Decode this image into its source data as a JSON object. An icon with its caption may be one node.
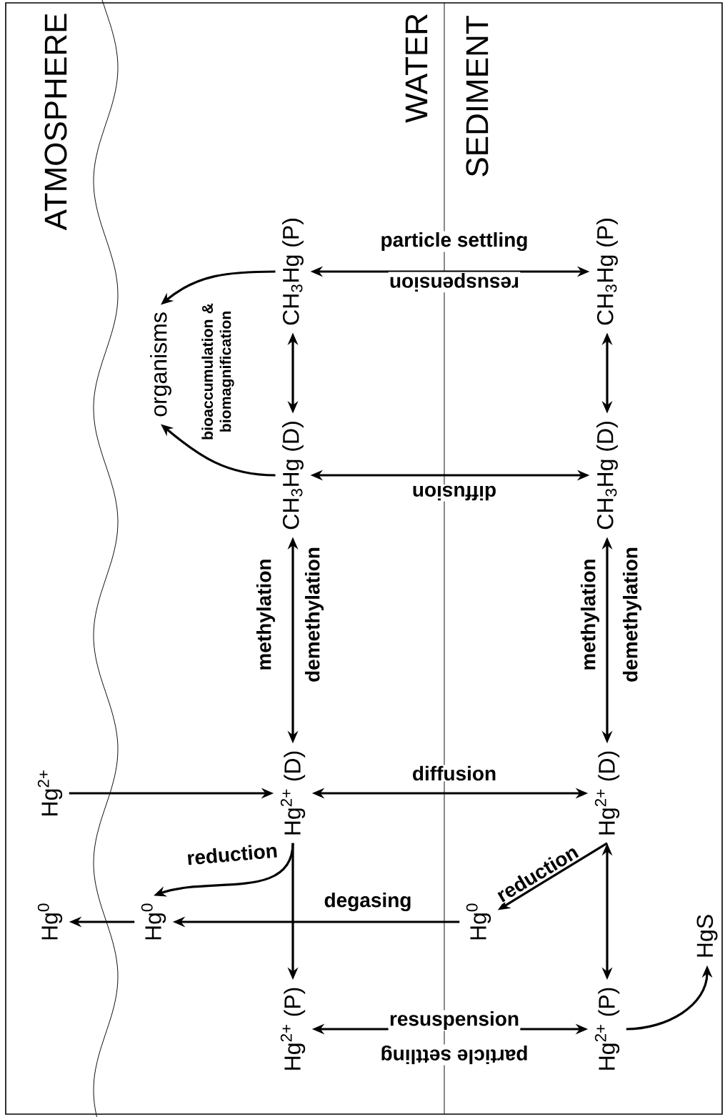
{
  "diagram": {
    "nodes": [
      {
        "text": [
          "Hg$^{2+}$"
        ]
      },
      {
        "text": [
          "Hg$^{0}$"
        ]
      },
      {
        "text": [
          "Hg$^{0}$"
        ]
      },
      {
        "text": [
          "Hg$^{2+}$ (D)"
        ]
      },
      {
        "text": [
          "Hg$^{2+}$ (P)"
        ]
      },
      {
        "text": [
          "CH$_{3}$Hg (D)"
        ]
      },
      {
        "text": [
          "CH$_{3}$Hg (P)"
        ]
      },
      {
        "text": [
          "organisms"
        ],
        "beside": [
          "bioaccumulation & biomagnification"
        ]
      },
      {
        "text": [
          "Hg$^{2+}$ (D)"
        ]
      },
      {
        "text": [
          "Hg$^{2+}$ (P)"
        ]
      },
      {
        "text": [
          "Hg$^{0}$"
        ]
      },
      {
        "text": [
          "CH$_{3}$Hg (D)"
        ]
      },
      {
        "text": [
          "CH$_{3}$Hg (P)"
        ]
      },
      {
        "text": [
          "HgS"
        ]
      }
    ],
    "edges": [
      {
        "from": 0,
        "to": 3,
        "arrow": "to"
      },
      {
        "from": 2,
        "to": 1,
        "arrow": "to"
      },
      {
        "from": 3,
        "to": 2,
        "arrow": "to",
        "label": "reduction"
      },
      {
        "from": 3,
        "to": 4,
        "arrow": "to"
      },
      {
        "from": 3,
        "to": 8,
        "arrow": "both",
        "label": "diffusion"
      },
      {
        "from": 4,
        "to": 9,
        "arrow": "both",
        "label": "resuspension"
      },
      {
        "from": 10,
        "to": 2,
        "arrow": "to",
        "label": "degasing"
      },
      {
        "from": 8,
        "to": 10,
        "arrow": "to",
        "label": "reduction"
      },
      {
        "from": 8,
        "to": 9,
        "arrow": "both"
      },
      {
        "from": 3,
        "to": 5,
        "arrow": "both",
        "label": "methylation"
      },
      {
        "from": 8,
        "to": 11,
        "arrow": "both",
        "label": "methylation"
      },
      {
        "from": 5,
        "to": 6,
        "arrow": "both"
      },
      {
        "from": 11,
        "to": 12,
        "arrow": "both"
      },
      {
        "from": 5,
        "to": 11,
        "arrow": "both",
        "label": "diffusion"
      },
      {
        "from": 6,
        "to": 12,
        "arrow": "both",
        "label": "particle settling"
      },
      {
        "from": 5,
        "to": 7,
        "arrow": "to"
      },
      {
        "from": 6,
        "to": 7,
        "arrow": "to"
      },
      {
        "from": 9,
        "to": 13,
        "arrow": "to"
      }
    ],
    "labels": [
      "ATMOSPHERE",
      "WATER",
      "SEDIMENT",
      "resuspension",
      "demethylation",
      "demethylation",
      "particle settling"
    ]
  }
}
